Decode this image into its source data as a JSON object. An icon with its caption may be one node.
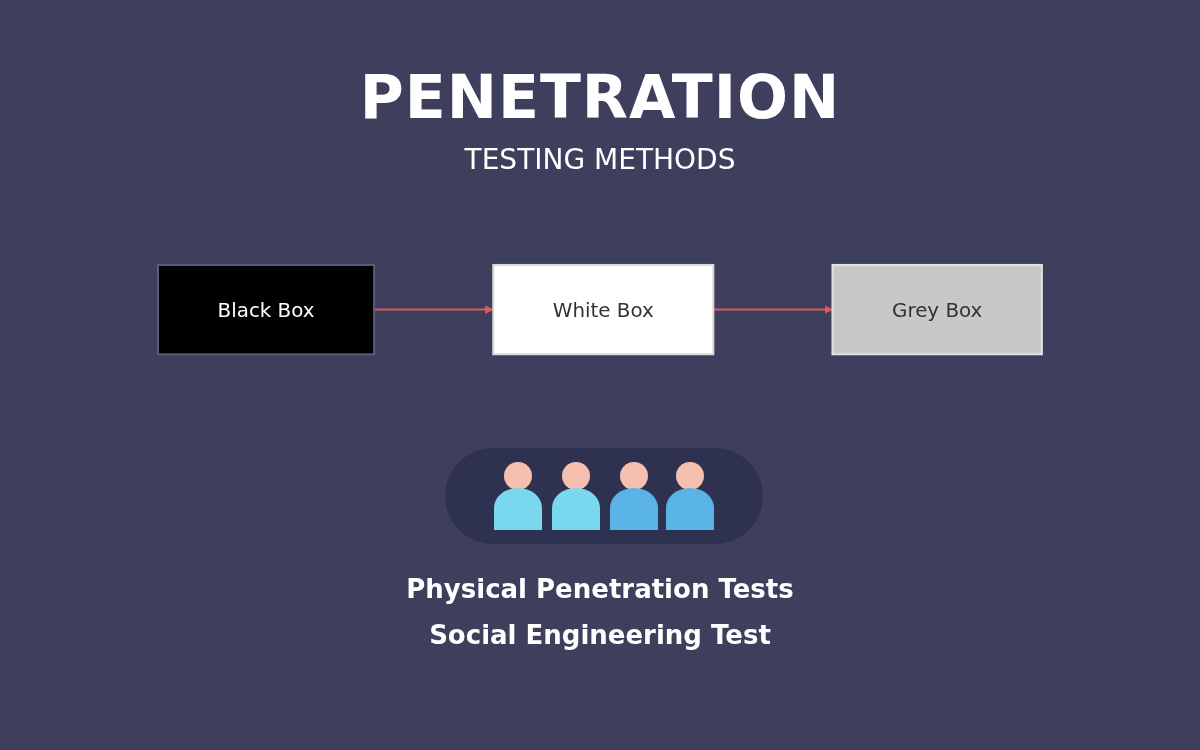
{
  "diagram": {
    "title": "PENETRATION",
    "nodes": [
      {
        "text": [
          "Black Box"
        ]
      },
      {
        "text": [
          "White Box"
        ]
      },
      {
        "text": [
          "Grey Box"
        ]
      }
    ],
    "edges": [
      {
        "from": 0,
        "to": 1,
        "arrow": "to"
      },
      {
        "from": 1,
        "to": 2,
        "arrow": "to"
      }
    ],
    "labels": [
      "TESTING METHODS",
      "Physical Penetration Tests",
      "Social Engineering Test"
    ]
  }
}
